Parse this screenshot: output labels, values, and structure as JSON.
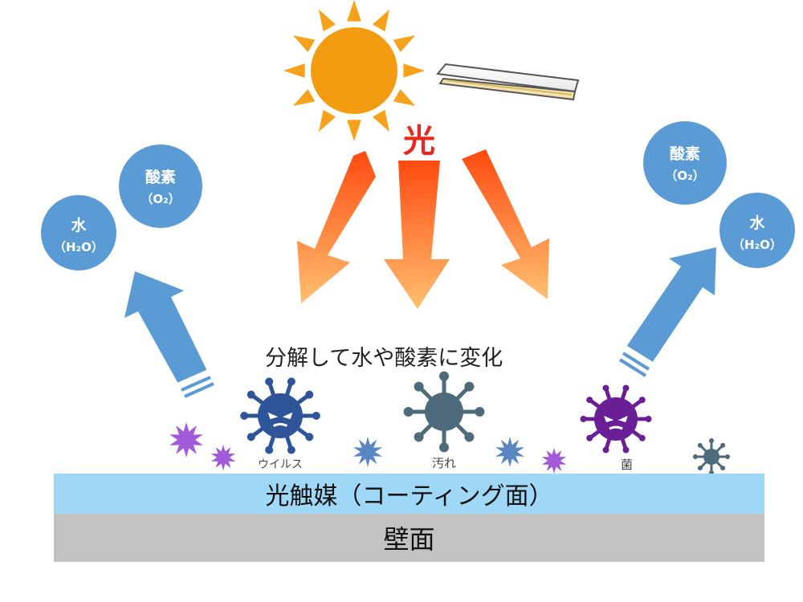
{
  "light_label": "光",
  "headline": "分解して水や酸素に変化",
  "molecules": {
    "left": {
      "water": {
        "name": "水",
        "formula": "（H₂O）"
      },
      "oxygen": {
        "name": "酸素",
        "formula": "（O₂）"
      }
    },
    "right": {
      "water": {
        "name": "水",
        "formula": "（H₂O）"
      },
      "oxygen": {
        "name": "酸素",
        "formula": "（O₂）"
      }
    }
  },
  "contaminants": {
    "virus": "ウイルス",
    "dirt": "汚れ",
    "bacteria": "菌"
  },
  "layers": {
    "coating": "光触媒（コーティング面）",
    "wall": "壁面"
  },
  "colors": {
    "sun": "#f5a623",
    "sun_rays": "#f7a21b",
    "light_text": "#e8271f",
    "bubble": "#5b9bd5",
    "up_arrow": "#5b9bd5",
    "coating": "#9ed8f6",
    "wall": "#c2c2c2",
    "virus": "#2e5599",
    "dirt": "#4d6b7a",
    "bacteria": "#6a1f97",
    "small_purple": "#a35ad8",
    "small_blue": "#5b86c4"
  },
  "icons": [
    "sun-icon",
    "fluorescent-lamp-icon",
    "virus-icon",
    "dirt-icon",
    "bacteria-icon"
  ]
}
